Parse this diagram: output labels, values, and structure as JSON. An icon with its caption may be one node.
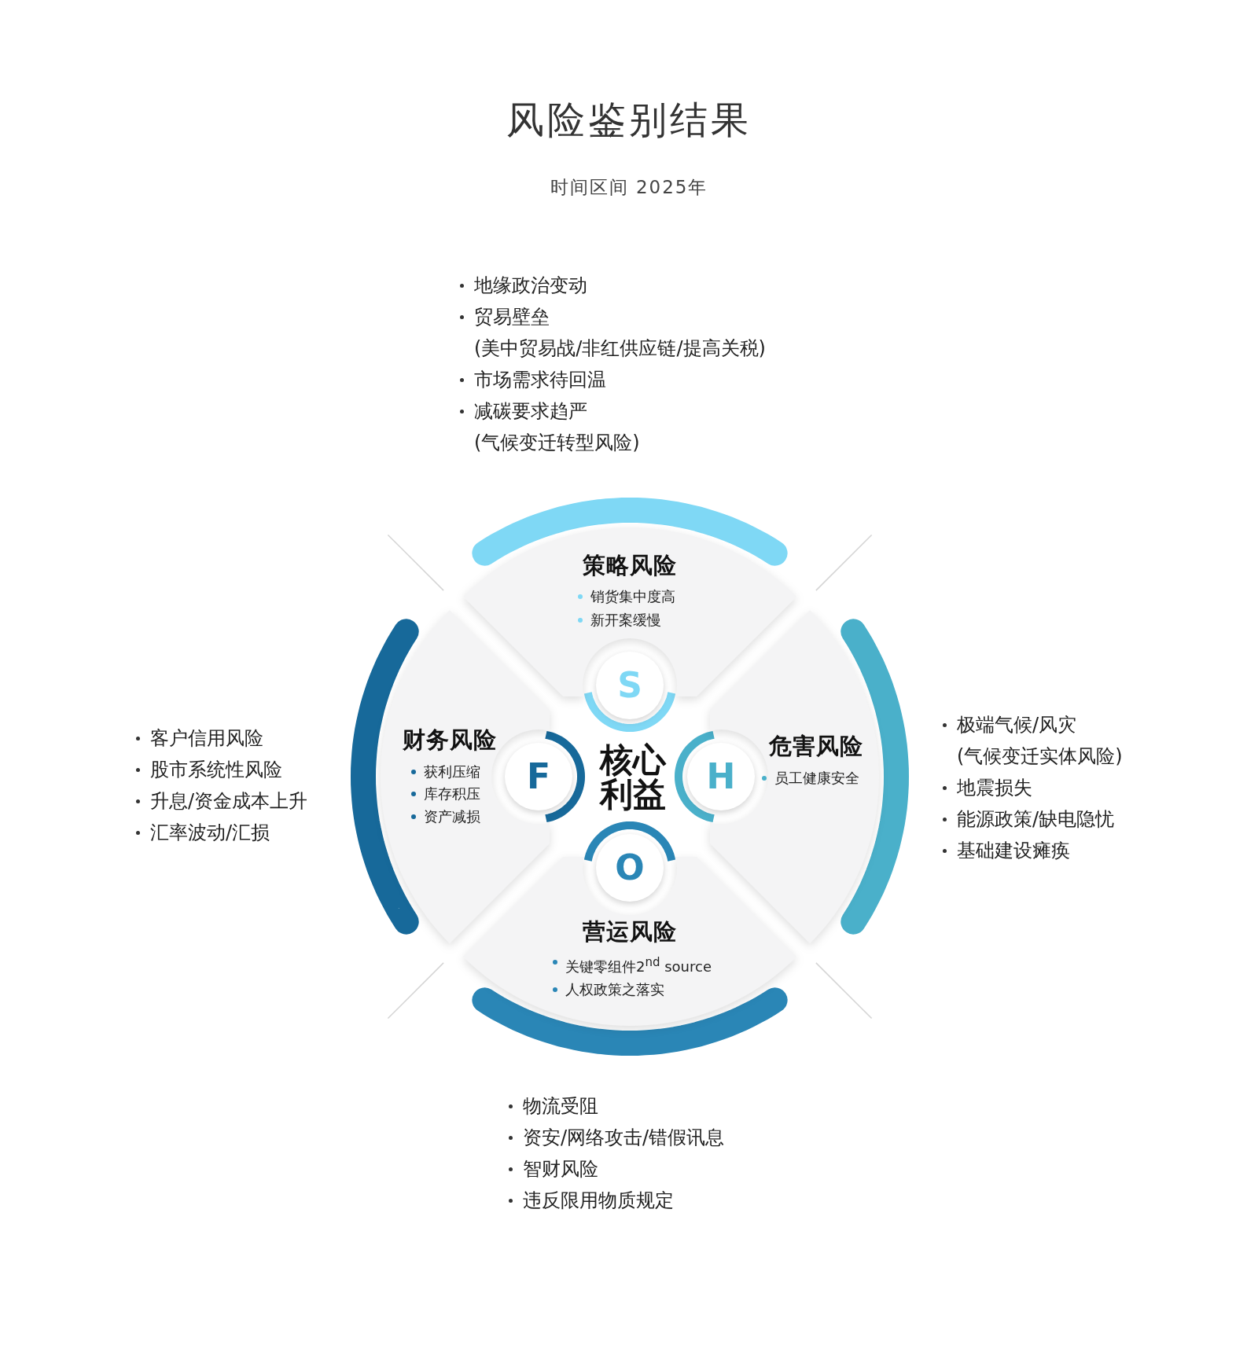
{
  "diagram": {
    "title": "风险鉴别结果",
    "nodes": [
      {
        "text": [
          "策略风险",
          "销货集中度高",
          "新开案缓慢"
        ]
      },
      {
        "text": [
          "财务风险",
          "获利压缩",
          "库存积压",
          "资产减损"
        ]
      },
      {
        "text": [
          "危害风险",
          "员工健康安全"
        ]
      },
      {
        "text": [
          "营运风险",
          "关键零组件2$^{nd}$ source",
          "人权政策之落实"
        ]
      },
      {
        "text": [
          "核心利益"
        ]
      },
      {
        "text": [
          "S"
        ]
      },
      {
        "text": [
          "F"
        ]
      },
      {
        "text": [
          "H"
        ]
      },
      {
        "text": [
          "O"
        ]
      }
    ],
    "labels": [
      "时间区间 2025年",
      "地缘政治变动",
      "贸易壁垒",
      "(美中贸易战/非红供应链/提高关税)",
      "市场需求待回温",
      "减碳要求趋严",
      "(气候变迁转型风险)",
      "客户信用风险",
      "股市系统性风险",
      "升息/资金成本上升",
      "汇率波动/汇损",
      "极端气候/风灾",
      "(气候变迁实体风险)",
      "地震损失",
      "能源政策/缺电隐忧",
      "基础建设瘫痪",
      "物流受阻",
      "资安/网络攻击/错假讯息",
      "智财风险",
      "违反限用物质规定"
    ]
  }
}
